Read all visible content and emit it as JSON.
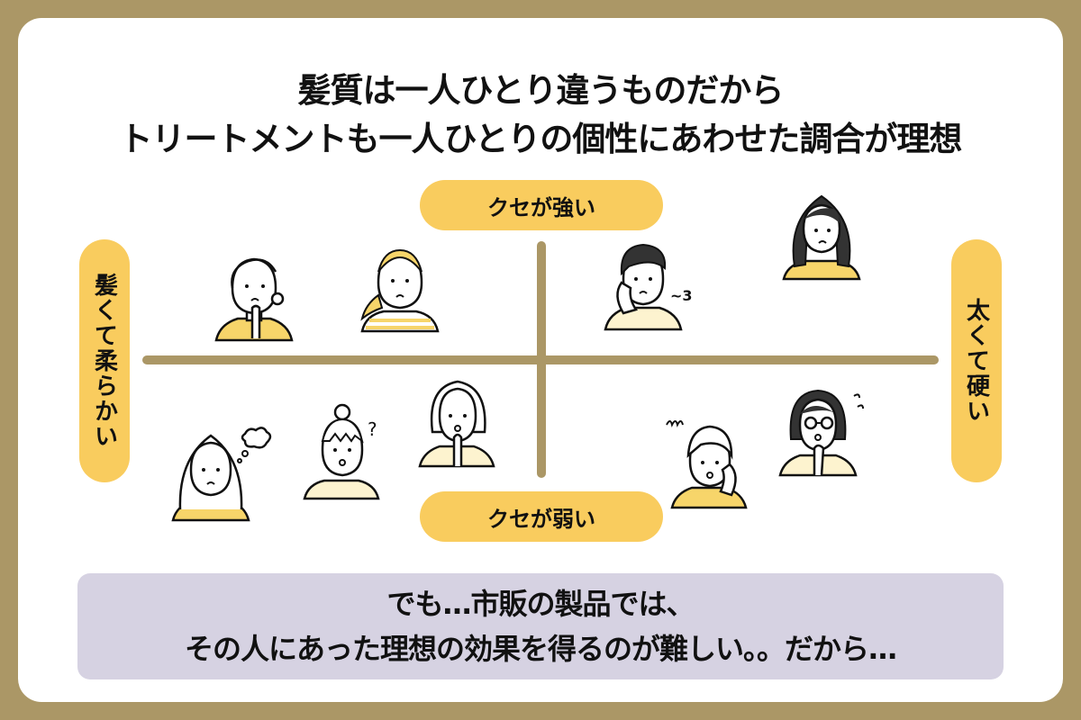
{
  "title": {
    "line1": "髪質は一人ひとり違うものだから",
    "line2": "トリートメントも一人ひとりの個性にあわせた調合が理想"
  },
  "axes": {
    "top_label": "クセが強い",
    "bottom_label": "クセが弱い",
    "left_label": "髪くて柔らかい",
    "right_label": "太くて硬い"
  },
  "illustrations": [
    {
      "quadrant": "top-left",
      "description": "woman-finger-on-chin"
    },
    {
      "quadrant": "top-left",
      "description": "woman-ponytail-striped-shirt"
    },
    {
      "quadrant": "top-right",
      "description": "woman-hand-on-cheek-sigh",
      "annotation": "~3"
    },
    {
      "quadrant": "top-right",
      "description": "woman-long-dark-hair"
    },
    {
      "quadrant": "bottom-left",
      "description": "woman-long-hair-thought-bubble"
    },
    {
      "quadrant": "bottom-left",
      "description": "woman-bun-question",
      "annotation": "?"
    },
    {
      "quadrant": "bottom-left",
      "description": "woman-bob-finger-on-chin"
    },
    {
      "quadrant": "bottom-right",
      "description": "woman-hand-on-cheek-confused"
    },
    {
      "quadrant": "bottom-right",
      "description": "woman-glasses-thinking"
    }
  ],
  "bottom_message": {
    "line1": "でも…市販の製品では、",
    "line2": "その人にあった理想の効果を得るのが難しい。。だから…"
  },
  "colors": {
    "frame": "#ab9766",
    "pill": "#f9cc5e",
    "axis": "#ab9766",
    "message_box": "#d6d2e2",
    "accent_yellow": "#f7d56a"
  }
}
